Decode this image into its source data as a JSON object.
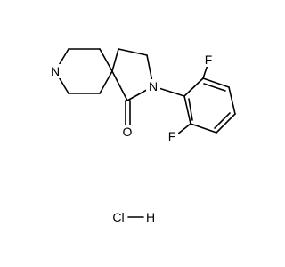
{
  "structure": {
    "atoms": {
      "amine_n": "N",
      "amide_n": "N",
      "carbonyl_o": "O",
      "fluorine_top": "F",
      "fluorine_bottom": "F"
    },
    "salt": {
      "chlorine": "Cl",
      "hydrogen": "H"
    }
  },
  "colors": {
    "bond": "#000000",
    "text": "#000000",
    "background": "#ffffff"
  }
}
